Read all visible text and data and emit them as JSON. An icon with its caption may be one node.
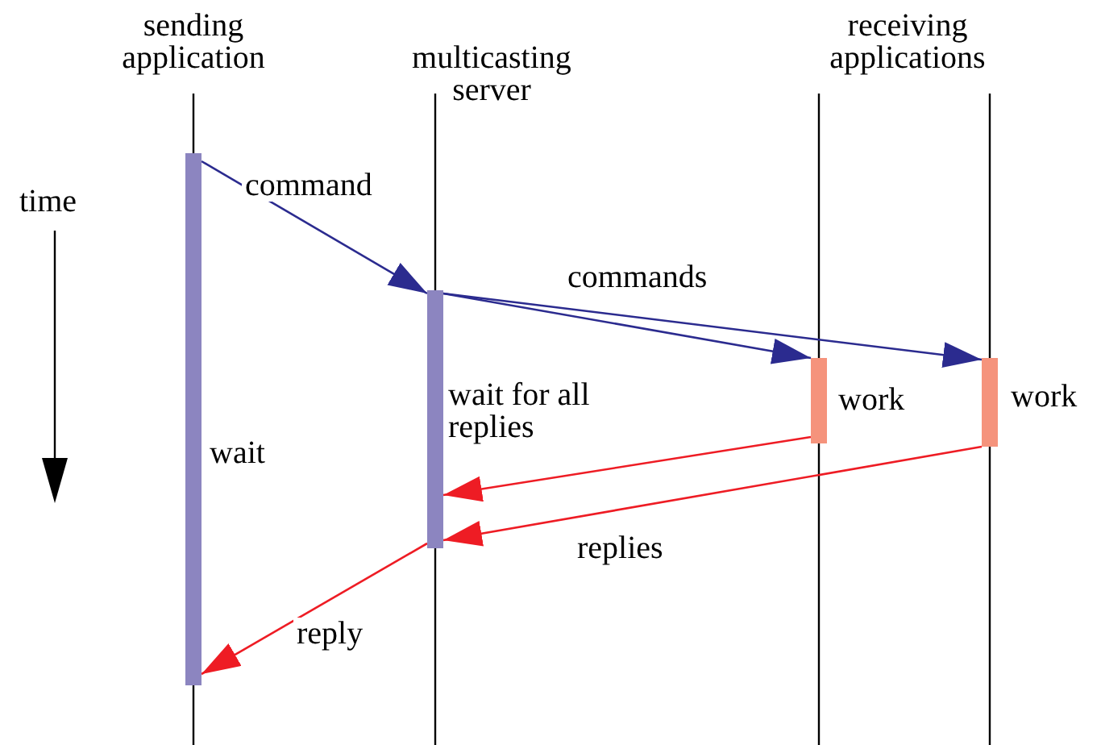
{
  "diagram": {
    "nodes": [
      {
        "text": [
          "sending application"
        ]
      },
      {
        "text": [
          "multicasting server"
        ]
      },
      {
        "text": [
          "receiving applications"
        ]
      },
      {
        "text": [],
        "shape": "bar",
        "beside": [
          "wait"
        ]
      },
      {
        "text": [],
        "shape": "bar",
        "beside": [
          "wait for all replies"
        ]
      },
      {
        "text": [],
        "shape": "bar",
        "beside": [
          "work"
        ]
      },
      {
        "text": [],
        "shape": "bar",
        "beside": [
          "work"
        ]
      }
    ],
    "edges": [
      {
        "from": 3,
        "to": 4,
        "arrow": "to",
        "label": "command",
        "color": "#2b2b8f"
      },
      {
        "from": 4,
        "to": 5,
        "arrow": "to",
        "color": "#2b2b8f"
      },
      {
        "from": 4,
        "to": 6,
        "arrow": "to",
        "label": "commands",
        "color": "#2b2b8f"
      },
      {
        "from": 5,
        "to": 4,
        "arrow": "to",
        "color": "#ee1c24"
      },
      {
        "from": 6,
        "to": 4,
        "arrow": "to",
        "label": "replies",
        "color": "#ee1c24"
      },
      {
        "from": 4,
        "to": 3,
        "arrow": "to",
        "label": "reply",
        "color": "#ee1c24"
      }
    ],
    "labels": [
      "time"
    ]
  }
}
